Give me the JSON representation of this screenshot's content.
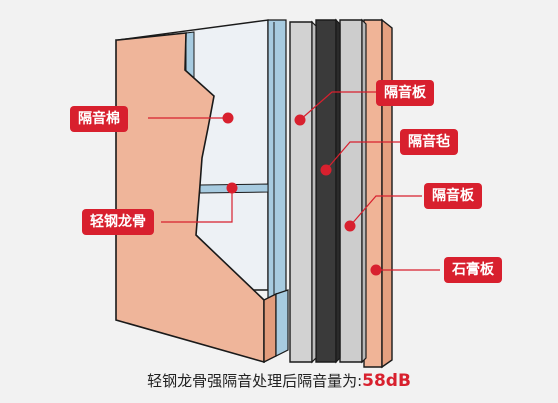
{
  "labels": {
    "insulation_cotton": "隔音棉",
    "steel_keel": "轻钢龙骨",
    "board_1": "隔音板",
    "felt": "隔音毡",
    "board_2": "隔音板",
    "gypsum": "石膏板"
  },
  "caption": {
    "text": "轻钢龙骨强隔音处理后隔音量为:",
    "value": "58dB"
  },
  "colors": {
    "background": "#f2f2f2",
    "gypsum_panel": "#eeb49a",
    "edge_panel": "#e8a688",
    "insulation": "#eef2f6",
    "keel": "#9ec4d8",
    "board": "#cfcfcf",
    "felt": "#3c3c3c",
    "label": "#d8202e"
  }
}
